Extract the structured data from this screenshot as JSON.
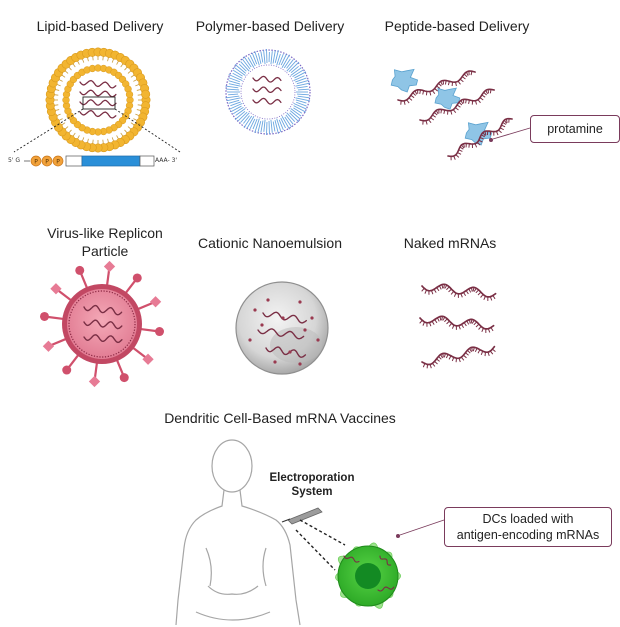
{
  "titles": {
    "lipid": "Lipid-based Delivery",
    "polymer": "Polymer-based Delivery",
    "peptide": "Peptide-based Delivery",
    "virus_line1": "Virus-like Replicon",
    "virus_line2": "Particle",
    "cationic": "Cationic Nanoemulsion",
    "naked": "Naked mRNAs",
    "dendritic": "Dendritic Cell-Based mRNA Vaccines"
  },
  "mrna_construct": {
    "five_prime": "5' G",
    "cap": [
      "P",
      "P",
      "P"
    ],
    "poly_a": "AAA- 3'"
  },
  "callouts": {
    "protamine": "protamine",
    "dcs_line1": "DCs loaded with",
    "dcs_line2": "antigen-encoding mRNAs"
  },
  "electroporation": {
    "line1": "Electroporation",
    "line2": "System"
  },
  "colors": {
    "mrna": "#7a2f45",
    "lipid_head": "#f2b531",
    "polymer": "#6aa6e0",
    "peptide": "#8fc5e6",
    "virus": "#d0506c",
    "dc_cell": "#35b52f",
    "callout_border": "#7a3b5c"
  }
}
